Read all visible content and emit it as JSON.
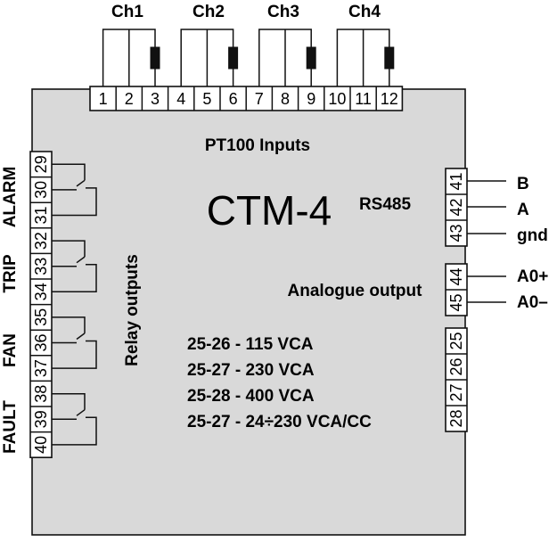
{
  "device": {
    "model": "CTM-4",
    "inputs_title": "PT100 Inputs",
    "serial_label": "RS485",
    "analogue_label": "Analogue output",
    "relay_label": "Relay outputs"
  },
  "channels": [
    "Ch1",
    "Ch2",
    "Ch3",
    "Ch4"
  ],
  "top_terminals": [
    "1",
    "2",
    "3",
    "4",
    "5",
    "6",
    "7",
    "8",
    "9",
    "10",
    "11",
    "12"
  ],
  "left_terminals": [
    "29",
    "30",
    "31",
    "32",
    "33",
    "34",
    "35",
    "36",
    "37",
    "38",
    "39",
    "40"
  ],
  "relay_groups": [
    "ALARM",
    "TRIP",
    "FAN",
    "FAULT"
  ],
  "right_terminals": {
    "rs485": [
      "41",
      "42",
      "43"
    ],
    "analogue": [
      "44",
      "45"
    ],
    "power": [
      "25",
      "26",
      "27",
      "28"
    ]
  },
  "right_labels": {
    "rs485": [
      "B",
      "A",
      "gnd"
    ],
    "analogue": [
      "A0+",
      "A0–"
    ]
  },
  "supply_lines": [
    "25-26 - 115 VCA",
    "25-27 - 230 VCA",
    "25-28 - 400 VCA",
    "25-27 - 24÷230 VCA/CC"
  ],
  "colors": {
    "body_fill": "#d9d9d9",
    "terminal_fill": "#ffffff",
    "stroke": "#111111"
  }
}
